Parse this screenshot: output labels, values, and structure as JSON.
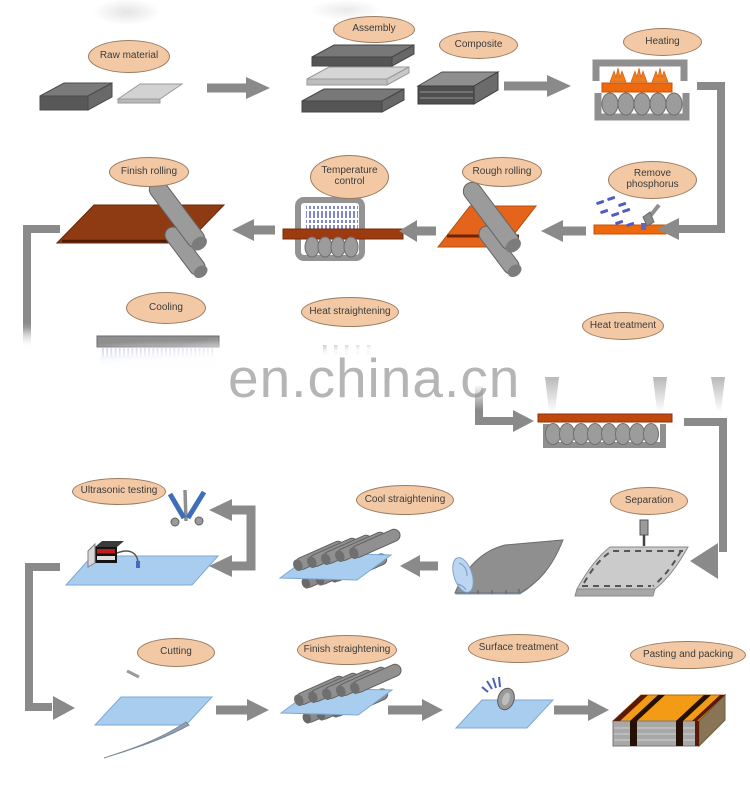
{
  "watermark": "en.china.cn",
  "stages": {
    "raw_material": "Raw material",
    "assembly": "Assembly",
    "composite": "Composite",
    "heating": "Heating",
    "remove_phosphorus": "Remove phosphorus",
    "rough_rolling": "Rough rolling",
    "temperature_control": "Temperature control",
    "finish_rolling": "Finish rolling",
    "cooling": "Cooling",
    "heat_straightening": "Heat straightening",
    "heat_treatment": "Heat treatment",
    "separation": "Separation",
    "cool_straightening": "Cool straightening",
    "ultrasonic_testing": "Ultrasonic testing",
    "cutting": "Cutting",
    "finish_straightening": "Finish straightening",
    "surface_treatment": "Surface treatment",
    "pasting_and_packing": "Pasting and packing"
  },
  "colors": {
    "label_fill": "#f3c9a5",
    "label_border": "#9b7b60",
    "connector_gray": "#8a8a8a",
    "hot_slab_orange": "#ee690e",
    "hot_plate_orange": "#e5641c",
    "cooled_plate_brown": "#8e3a12",
    "steel_plate_blue": "#a9cdef",
    "roller_gray": "#9b9b9b",
    "packing_box_orange": "#f49b16",
    "watermark_gray": "#b5b5b5"
  }
}
